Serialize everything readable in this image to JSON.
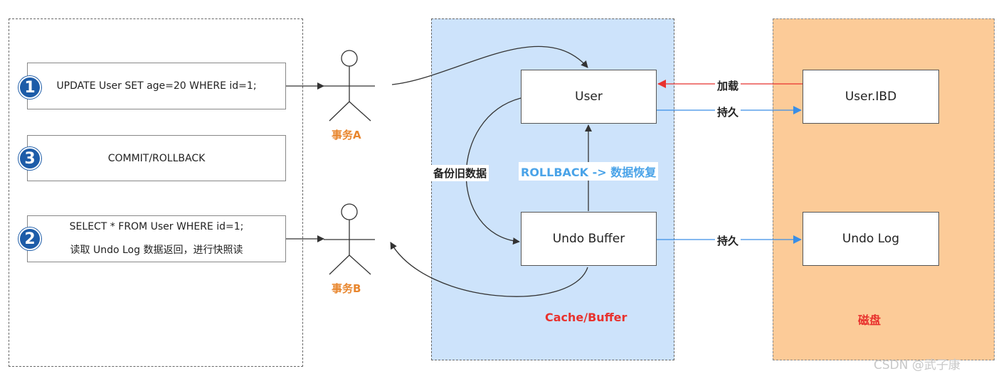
{
  "steps": [
    {
      "number": "1",
      "lines": [
        "UPDATE User  SET  age=20  WHERE id=1;"
      ]
    },
    {
      "number": "3",
      "lines": [
        "COMMIT/ROLLBACK"
      ]
    },
    {
      "number": "2",
      "lines": [
        "SELECT * FROM User  WHERE id=1;",
        "读取 Undo Log 数据返回，进行快照读"
      ]
    }
  ],
  "actors": {
    "a": "事务A",
    "b": "事务B"
  },
  "cache": {
    "label": "Cache/Buffer",
    "label_color": "#e8322e",
    "user": "User",
    "undo_buffer": "Undo Buffer",
    "backup_label": "备份旧数据",
    "rollback_label": "ROLLBACK -> 数据恢复"
  },
  "disk": {
    "label": "磁盘",
    "label_color": "#e8322e",
    "user_ibd": "User.IBD",
    "undo_log": "Undo Log"
  },
  "edges": {
    "load": "加载",
    "persist_user": "持久",
    "persist_undo": "持久"
  },
  "colors": {
    "load_arrow": "#e8322e",
    "persist_arrow": "#3a8ee6",
    "step_circle": "#1d5ca8",
    "actor_label": "#e8862e",
    "cache_bg": "#cde3fb",
    "disk_bg": "#fccb98"
  },
  "watermark": "CSDN @武子康"
}
